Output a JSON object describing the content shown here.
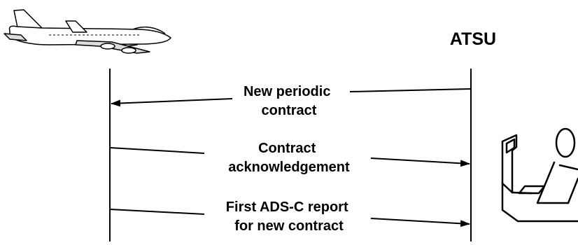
{
  "diagram": {
    "ground_station_label": "ATSU",
    "messages": [
      {
        "lines": [
          "New periodic",
          "contract"
        ],
        "direction": "atsu-to-aircraft"
      },
      {
        "lines": [
          "Contract",
          "acknowledgement"
        ],
        "direction": "aircraft-to-atsu"
      },
      {
        "lines": [
          "First ADS-C report",
          "for new contract"
        ],
        "direction": "aircraft-to-atsu"
      }
    ],
    "icons": {
      "aircraft": "airplane-icon",
      "atsu_operator": "controller-workstation-icon"
    }
  }
}
